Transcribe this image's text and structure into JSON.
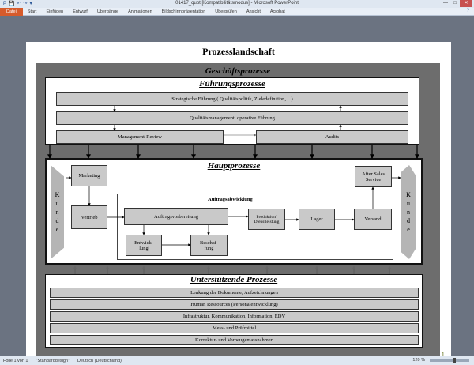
{
  "window": {
    "title": "01417_qupt [Kompatibilitätsmodus] - Microsoft PowerPoint",
    "quick_access": [
      "P",
      "💾",
      "↶",
      "↷",
      "▾"
    ],
    "controls": [
      "—",
      "□",
      "✕"
    ]
  },
  "ribbon": {
    "tabs": [
      "Datei",
      "Start",
      "Einfügen",
      "Entwurf",
      "Übergänge",
      "Animationen",
      "Bildschirmpräsentation",
      "Überprüfen",
      "Ansicht",
      "Acrobat"
    ],
    "help": "?"
  },
  "slide": {
    "title": "Prozesslandschaft",
    "page_number": "1",
    "geschaeft": {
      "heading": "Geschäftsprozesse"
    },
    "fuehrung": {
      "heading": "Führungsprozesse",
      "boxes": [
        "Strategische Führung ( Qualitätspolitik, Zieledefinition, ...)",
        "Qualitätsmanagement, operative Führung",
        "Management-Review",
        "Audits"
      ]
    },
    "haupt": {
      "heading": "Hauptprozesse",
      "kunde_left": [
        "K",
        "u",
        "n",
        "d",
        "e"
      ],
      "kunde_right": [
        "K",
        "u",
        "n",
        "d",
        "e"
      ],
      "marketing": "Marketing",
      "vertrieb": "Vertrieb",
      "after_sales": [
        "After Sales",
        "Service"
      ],
      "auftrag": {
        "heading": "Auftragsabwicklung",
        "vorbereitung": "Auftragsvorbereitung",
        "produktion": [
          "Produktion/",
          "Dienstleistung"
        ],
        "lager": "Lager",
        "versand": "Versand",
        "entwicklung": [
          "Entwick-",
          "lung"
        ],
        "beschaffung": [
          "Beschaf-",
          "fung"
        ]
      }
    },
    "unterstuetzend": {
      "heading": "Unterstützende Prozesse",
      "items": [
        "Lenkung der Dokumente, Aufzeichnungen",
        "Human Ressources (Personalentwicklung)",
        "Infrastruktur, Kommunikation, Information, EDV",
        "Mess- und Prüfmittel",
        "Korrektur- und Vorbeugemassnahmen"
      ]
    }
  },
  "statusbar": {
    "slide_info": "Folie 1 von 1",
    "theme": "\"Standarddesign\"",
    "language": "Deutsch (Deutschland)",
    "zoom": "120 %"
  }
}
